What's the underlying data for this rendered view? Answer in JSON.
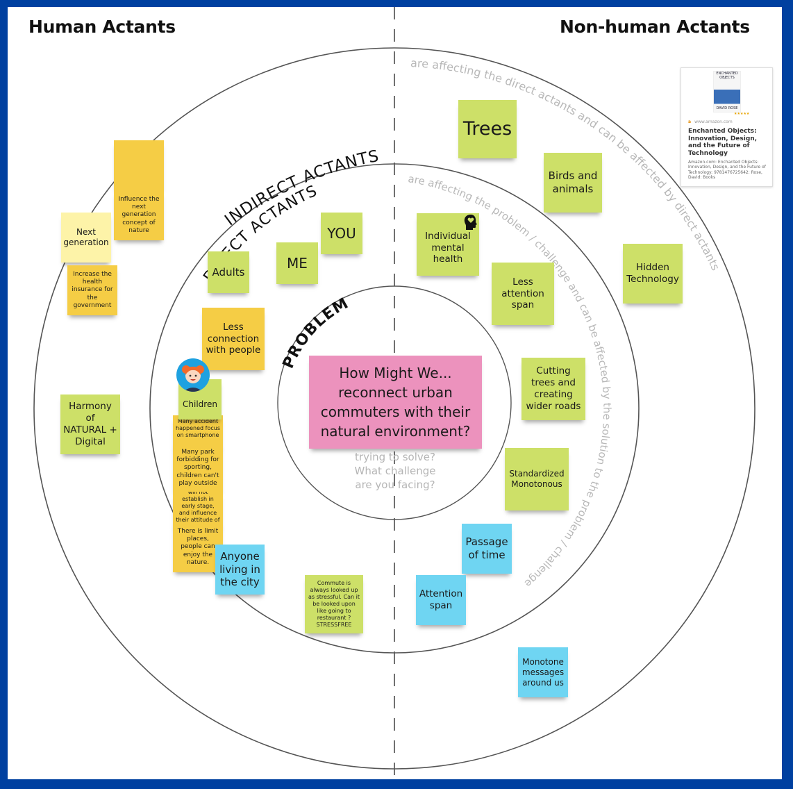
{
  "headings": {
    "human": "Human Actants",
    "non_human": "Non-human Actants"
  },
  "rings": {
    "indirect_label": "INDIRECT ACTANTS",
    "direct_label": "DIRECT ACTANTS",
    "problem_label": "PROBLEM",
    "indirect_description": "are affecting the direct actants and can be affected by direct actants",
    "direct_description": "are affecting the problem / challenge and can be affected by the solution to the problem / challenge"
  },
  "problem": {
    "statement": "How Might We... reconnect urban commuters with their natural environment?",
    "prompt_lines": [
      "trying to solve?",
      "What challenge",
      "are you facing?"
    ]
  },
  "human_stickies": [
    {
      "text": "",
      "color": "yellow"
    },
    {
      "text": "Influence the next generation concept  of nature",
      "color": "yellow"
    },
    {
      "text": "Next generation",
      "color": "lightyellow"
    },
    {
      "text": "Increase the health insurance for the government",
      "color": "yellow"
    },
    {
      "text": "Harmony of NATURAL + Digital",
      "color": "green"
    },
    {
      "text": "Adults",
      "color": "green"
    },
    {
      "text": "ME",
      "color": "green"
    },
    {
      "text": "YOU",
      "color": "green"
    },
    {
      "text": "Less connection with people",
      "color": "yellow"
    },
    {
      "text": "Children",
      "color": "green"
    },
    {
      "text": "Many accident happened focus on smartphone ,",
      "color": "yellow"
    },
    {
      "text": "Many park forbidding for sporting, children can't play outside",
      "color": "yellow"
    },
    {
      "text": "will not establish in early stage, and influence their attitude of life",
      "color": "yellow"
    },
    {
      "text": "There is limit places, people can enjoy the nature.",
      "color": "yellow"
    },
    {
      "text": "Anyone living in the city",
      "color": "blue"
    },
    {
      "text": "Commute is always looked up as stressful. Can it be looked upon like going to restaurant ? STRESSFREE",
      "color": "green"
    }
  ],
  "non_human_stickies": [
    {
      "text": "Trees",
      "color": "green"
    },
    {
      "text": "Birds and animals",
      "color": "green"
    },
    {
      "text": "Individual mental health",
      "color": "green",
      "icon": "head-heart-icon"
    },
    {
      "text": "Less attention span",
      "color": "green"
    },
    {
      "text": "Hidden Technology",
      "color": "green"
    },
    {
      "text": "Cutting trees and creating wider roads",
      "color": "green"
    },
    {
      "text": "Standardized Monotonous",
      "color": "green"
    },
    {
      "text": "Passage of time",
      "color": "blue"
    },
    {
      "text": "Attention span",
      "color": "blue"
    },
    {
      "text": "Monotone messages around us",
      "color": "blue"
    }
  ],
  "link_card": {
    "cover_title": "ENCHANTED OBJECTS",
    "cover_author": "DAVID ROSE",
    "source": "www.amazon.com",
    "source_icon": "a",
    "title": "Enchanted Objects: Innovation, Design, and the Future of Technology",
    "description": "Amazon.com: Enchanted Objects: Innovation, Design, and the Future of Technology: 9781476725642: Rose, David: Books"
  },
  "colors": {
    "frame": "#0040a0",
    "green_sticky": "#cde068",
    "yellow_sticky": "#f5cd45",
    "light_yellow_sticky": "#fdf3a8",
    "blue_sticky": "#6fd5f2",
    "pink_sticky": "#ec92bd"
  }
}
